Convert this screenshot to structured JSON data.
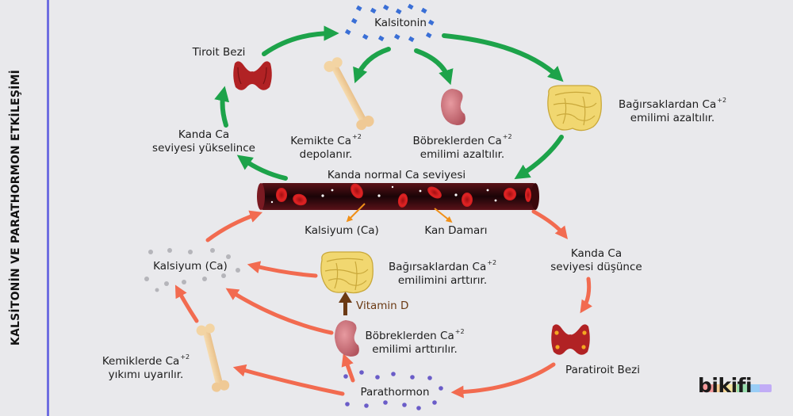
{
  "title": "KALSİTONİN VE PARATHORMON ETKİLEŞİMİ",
  "labels": {
    "kalsitonin": "Kalsitonin",
    "tiroit_bezi": "Tiroit Bezi",
    "kanda_ca_yuksel_1": "Kanda Ca",
    "kanda_ca_yuksel_2": "seviyesi yükselince",
    "kemik_depo_1": "Kemikte Ca",
    "kemik_depo_2": "depolanır.",
    "bobrek_azalt_1": "Böbreklerden Ca",
    "bobrek_azalt_2": "emilimi azaltılır.",
    "bagirsak_azalt_1": "Bağırsaklardan Ca",
    "bagirsak_azalt_2": "emilimi azaltılır.",
    "normal_ca": "Kanda normal Ca seviyesi",
    "kalsiyum_vessel": "Kalsiyum (Ca)",
    "kan_damari": "Kan Damarı",
    "kalsiyum_left": "Kalsiyum (Ca)",
    "bagirsak_artir_1": "Bağırsaklardan Ca",
    "bagirsak_artir_2": "emilimini arttırır.",
    "kanda_ca_dusunce_1": "Kanda Ca",
    "kanda_ca_dusunce_2": "seviyesi düşünce",
    "vitamin_d": "Vitamin D",
    "bobrek_artir_1": "Böbreklerden Ca",
    "bobrek_artir_2": "emilimi arttırılır.",
    "kemik_yikim_1": "Kemiklerde Ca",
    "kemik_yikim_2": "yıkımı uyarılır.",
    "paratiroit_bezi": "Paratiroit Bezi",
    "parathormon": "Parathormon"
  },
  "superscript": "+2",
  "logo": "bikifi",
  "colors": {
    "background": "#e9e9ec",
    "left_rule": "#6f6ee0",
    "green_arrow": "#1da34a",
    "red_arrow": "#f26b50",
    "vessel": "#2a0a0d",
    "rbc": "#d11f1f",
    "orange_pointer": "#f09018",
    "vitamin_d_arrow": "#6b3a14",
    "calcitonin_dots": "#3a6fd6",
    "pth_dots": "#6a5cc8",
    "calcium_dots": "#b5b5ba"
  },
  "icons": [
    "thyroid-gland-icon",
    "parathyroid-gland-icon",
    "bone-icon",
    "kidney-icon",
    "intestine-icon",
    "blood-vessel-icon"
  ]
}
